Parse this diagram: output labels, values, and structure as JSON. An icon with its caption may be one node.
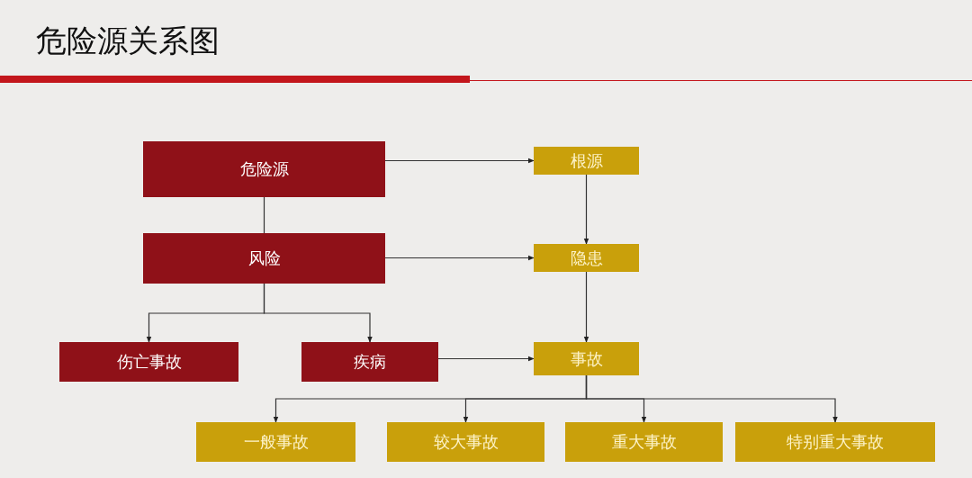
{
  "diagram": {
    "title": "危险源关系图",
    "nodes": [
      {
        "text": [
          "危险源"
        ]
      },
      {
        "text": [
          "根源"
        ]
      },
      {
        "text": [
          "风险"
        ]
      },
      {
        "text": [
          "隐患"
        ]
      },
      {
        "text": [
          "伤亡事故"
        ]
      },
      {
        "text": [
          "疾病"
        ]
      },
      {
        "text": [
          "事故"
        ]
      },
      {
        "text": [
          "一般事故"
        ]
      },
      {
        "text": [
          "较大事故"
        ]
      },
      {
        "text": [
          "重大事故"
        ]
      },
      {
        "text": [
          "特别重大事故"
        ]
      }
    ],
    "edges": [
      {
        "from": 0,
        "to": 1,
        "arrow": "to"
      },
      {
        "from": 0,
        "to": 2,
        "arrow": "none"
      },
      {
        "from": 1,
        "to": 3,
        "arrow": "to"
      },
      {
        "from": 2,
        "to": 3,
        "arrow": "to"
      },
      {
        "from": 2,
        "to": 4,
        "arrow": "to"
      },
      {
        "from": 2,
        "to": 5,
        "arrow": "to"
      },
      {
        "from": 3,
        "to": 6,
        "arrow": "to"
      },
      {
        "from": 5,
        "to": 6,
        "arrow": "to"
      },
      {
        "from": 6,
        "to": 7,
        "arrow": "to"
      },
      {
        "from": 6,
        "to": 8,
        "arrow": "to"
      },
      {
        "from": 6,
        "to": 9,
        "arrow": "to"
      },
      {
        "from": 6,
        "to": 10,
        "arrow": "to"
      }
    ]
  }
}
